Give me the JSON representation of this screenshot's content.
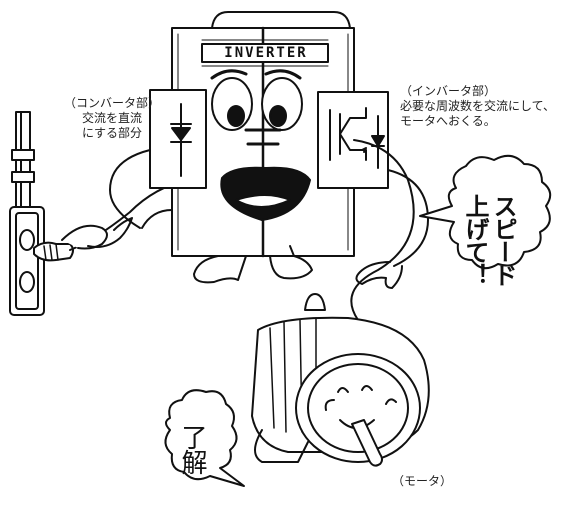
{
  "inverter": {
    "title": "INVERTER"
  },
  "converter_label": {
    "line1": "（コンバータ部）",
    "line2": "交流を直流",
    "line3": "にする部分"
  },
  "inverter_label": {
    "line1": "（インバータ部）",
    "line2": "必要な周波数を交流にして、",
    "line3": "モータへおくる。"
  },
  "motor_label": {
    "text": "（モータ）"
  },
  "speech_inverter": {
    "line1": "スピード",
    "line2": "上げて！"
  },
  "speech_motor": {
    "text": "了解"
  }
}
